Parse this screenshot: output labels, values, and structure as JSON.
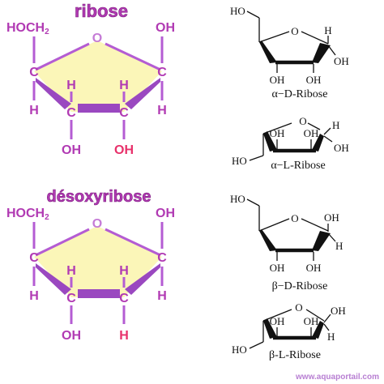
{
  "colors": {
    "ring_fill": "#fbf6b8",
    "bond_purple": "#b45cd3",
    "bond_dark": "#9a48c0",
    "atom_text": "#b13ab3",
    "oxygen_text": "#c57bd6",
    "highlight_text": "#e8316b",
    "title_text": "#b13ab3",
    "title_outline": "#7a1a7c",
    "black": "#111111"
  },
  "titles": {
    "ribose": "ribose",
    "desoxyribose": "désoxyribose"
  },
  "left_ribose": {
    "hoch2": "HOCH",
    "hoch2_sub": "2",
    "ring_o": "O",
    "oh_right": "OH",
    "c1": "C",
    "h1": "H",
    "c2": "C",
    "h2": "H",
    "c3": "C",
    "h3": "H",
    "c4": "C",
    "h4": "H",
    "oh_bottom_left": "OH",
    "oh_bottom_right": "OH"
  },
  "left_desoxyribose": {
    "hoch2": "HOCH",
    "hoch2_sub": "2",
    "ring_o": "O",
    "oh_right": "OH",
    "c1": "C",
    "h1": "H",
    "c2": "C",
    "h2": "H",
    "c3": "C",
    "h3": "H",
    "c4": "C",
    "h4": "H",
    "oh_bottom_left": "OH",
    "h_bottom_right": "H"
  },
  "right_structures": [
    {
      "name": "α−D-Ribose",
      "ho": "HO",
      "o": "O",
      "h": "H",
      "oh1": "OH",
      "oh2": "OH",
      "oh3": "OH"
    },
    {
      "name": "α−L-Ribose",
      "ho": "HO",
      "o": "O",
      "h": "H",
      "oh1": "OH",
      "oh2": "OH",
      "oh3": "OH"
    },
    {
      "name": "β−D-Ribose",
      "ho": "HO",
      "o": "O",
      "h": "H",
      "oh1": "OH",
      "oh2": "OH",
      "oh3": "OH"
    },
    {
      "name": "β-L-Ribose",
      "ho": "HO",
      "o": "O",
      "h": "H",
      "oh1": "OH",
      "oh2": "OH",
      "oh3": "OH"
    }
  ],
  "watermark": "www.aquaportail.com"
}
